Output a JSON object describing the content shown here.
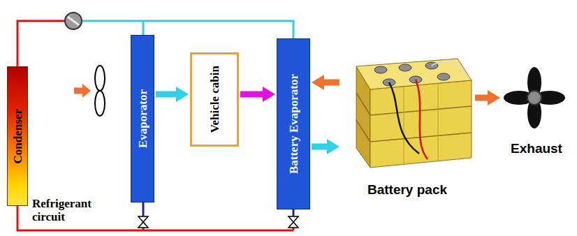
{
  "diagram": {
    "nodes": [
      {
        "text": [
          "Condenser"
        ]
      },
      {
        "text": [
          "Evaporator"
        ]
      },
      {
        "text": [
          "Vehicle cabin"
        ]
      },
      {
        "text": [
          "Battery Evaporator"
        ]
      },
      {
        "text": [
          "Battery pack"
        ]
      },
      {
        "text": [
          "Exhaust"
        ]
      }
    ],
    "edges": [
      {
        "from": 1,
        "to": 2,
        "arrow": "to"
      },
      {
        "from": 2,
        "to": 3,
        "arrow": "to"
      },
      {
        "from": 4,
        "to": 3,
        "arrow": "to"
      },
      {
        "from": 3,
        "to": 4,
        "arrow": "to"
      },
      {
        "from": 4,
        "to": 5,
        "arrow": "to"
      }
    ],
    "labels": [
      "Refrigerant circuit"
    ]
  }
}
